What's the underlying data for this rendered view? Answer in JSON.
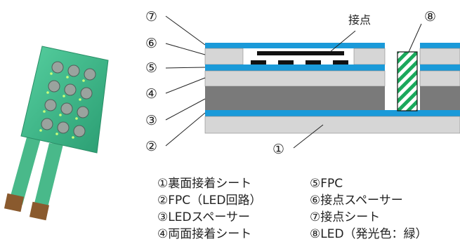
{
  "diagram": {
    "contact_label": "接点",
    "layer_markers": [
      "⑦",
      "⑥",
      "⑤",
      "④",
      "③",
      "②",
      "①",
      "⑧"
    ]
  },
  "legend": [
    [
      "①裏面接着シート",
      "⑤FPC"
    ],
    [
      "②FPC（LED回路）",
      "⑥接点スペーサー"
    ],
    [
      "③LEDスペーサー",
      "⑦接点シート"
    ],
    [
      "④両面接着シート",
      "⑧LED（発光色：緑）"
    ]
  ],
  "colors": {
    "blue_layer": "#1a9ad9",
    "gray_layer": "#7a7a7a",
    "light_layer": "#d6d6d6",
    "led_green": "#1aa85b",
    "pcb_green": "#3fbf8f"
  }
}
